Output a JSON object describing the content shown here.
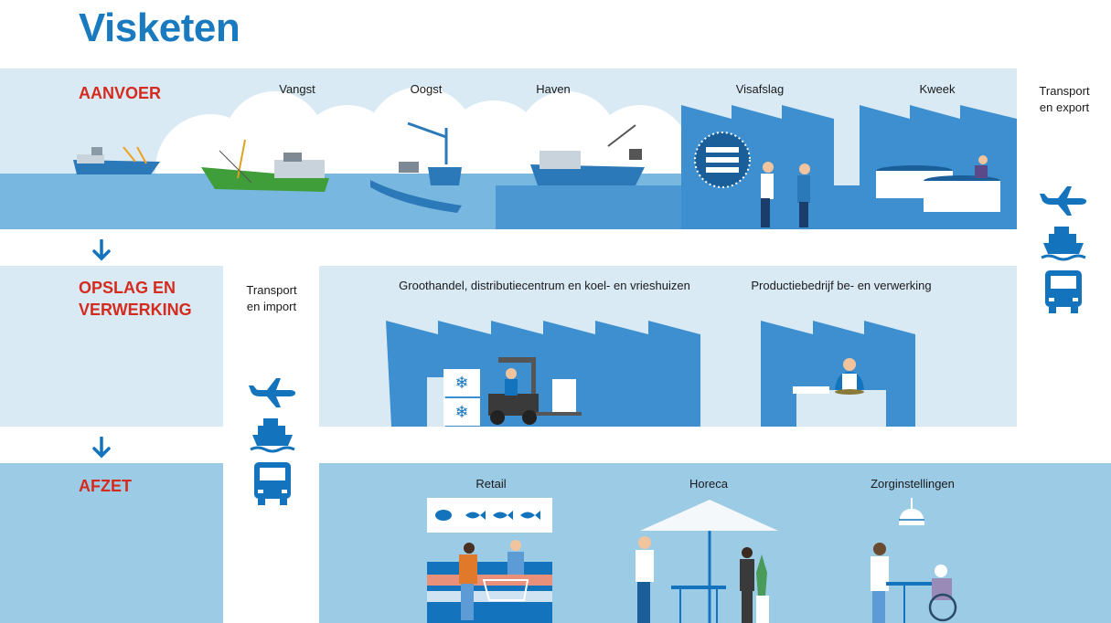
{
  "title": "Visketen",
  "sections": {
    "aanvoer": {
      "label": "AANVOER",
      "stages": [
        "Vangst",
        "Oogst",
        "Haven",
        "Visafslag",
        "Kweek"
      ]
    },
    "opslag": {
      "label": "OPSLAG EN\nVERWERKING",
      "label_line1": "OPSLAG EN",
      "label_line2": "VERWERKING",
      "stages": [
        "Groothandel, distributiecentrum en koel- en vrieshuizen",
        "Productiebedrijf be- en verwerking"
      ]
    },
    "afzet": {
      "label": "AFZET",
      "stages": [
        "Retail",
        "Horeca",
        "Zorginstellingen"
      ]
    }
  },
  "transport_export": {
    "line1": "Transport",
    "line2": "en export"
  },
  "transport_import": {
    "line1": "Transport",
    "line2": "en import"
  },
  "transport_icons": [
    "airplane-icon",
    "ship-icon",
    "truck-icon"
  ],
  "colors": {
    "title": "#1a7abf",
    "section_label": "#d52b1e",
    "band_light": "#d9eaf5",
    "band_mid": "#9ccbe6",
    "water": "#78b8e0",
    "building": "#3d8fcf",
    "icon": "#1473bd"
  }
}
